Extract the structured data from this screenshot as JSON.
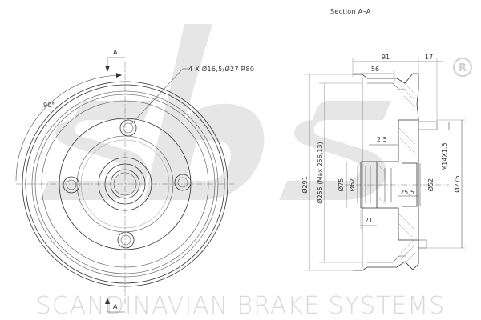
{
  "section_title": "Section A–A",
  "section_marker": "A",
  "hole_note": "4 X Ø16,5/Ø27 R80",
  "angle_label": "90°",
  "dimensions": {
    "width_91": "91",
    "width_17": "17",
    "width_56": "56",
    "chamfer_2_5": "2,5",
    "depth_25_5": "25,5",
    "depth_21": "21",
    "dia_291": "Ø291",
    "dia_255": "Ø255 (Max 256,13)",
    "dia_75": "Ø75",
    "dia_62": "Ø62",
    "dia_52": "Ø52",
    "thread": "M14X1,5",
    "dia_275": "Ø275"
  },
  "brand": {
    "watermark_text": "SCANDINAVIAN BRAKE SYSTEMS",
    "logo_text": "sbs",
    "registered": "®",
    "watermark_color": "#d9d9d9"
  }
}
